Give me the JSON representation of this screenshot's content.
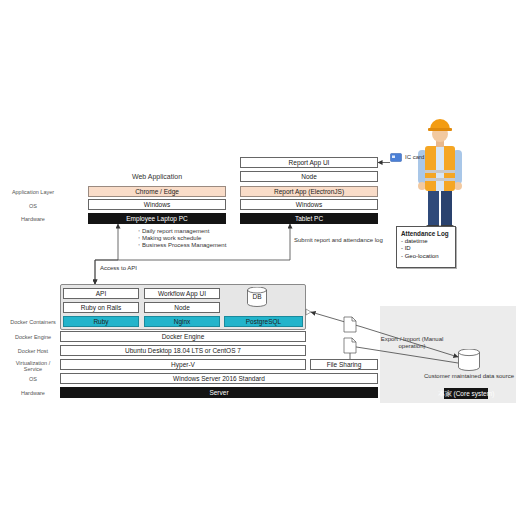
{
  "diagram": {
    "nodes": [
      {
        "text": [
          "Report App UI"
        ]
      },
      {
        "text": [
          "Node"
        ]
      },
      {
        "text": [
          "IC card"
        ]
      },
      {
        "text": [
          "Chrome / Edge"
        ]
      },
      {
        "text": [
          "Report App (ElectronJS)"
        ]
      },
      {
        "text": [
          "Windows"
        ]
      },
      {
        "text": [
          "Windows"
        ]
      },
      {
        "text": [
          "Employee Laptop PC"
        ]
      },
      {
        "text": [
          "Tablet PC"
        ]
      },
      {
        "text": [
          "Attendance Log",
          "- datetime",
          "- ID",
          "- Geo-location"
        ]
      },
      {
        "text": []
      },
      {
        "text": [
          "API"
        ],
        "in": 10
      },
      {
        "text": [
          "Workflow App UI"
        ],
        "in": 10
      },
      {
        "text": [
          "DB"
        ],
        "in": 10
      },
      {
        "text": [
          "Ruby on Rails"
        ],
        "in": 10
      },
      {
        "text": [
          "Node"
        ],
        "in": 10
      },
      {
        "text": [
          "Ruby"
        ],
        "in": 10
      },
      {
        "text": [
          "Nginx"
        ],
        "in": 10
      },
      {
        "text": [
          "PostgreSQL"
        ],
        "in": 10
      },
      {
        "text": [
          "Docker Engine"
        ]
      },
      {
        "text": [
          "Ubuntu Desktop 18.04 LTS or CentOS 7"
        ]
      },
      {
        "text": [
          "Hyper-V"
        ]
      },
      {
        "text": [
          "File Sharing"
        ]
      },
      {
        "text": [
          "Windows Server 2016 Standard"
        ]
      },
      {
        "text": [
          "Server"
        ]
      },
      {
        "text": [
          "Customer maintained data source"
        ]
      },
      {
        "text": [
          "本家 (Core system)"
        ]
      }
    ],
    "edges": [
      {
        "from": 2,
        "to": 0,
        "arrow": "to"
      },
      {
        "from": 7,
        "to": 10,
        "label": "Access to API",
        "arrow": "both"
      },
      {
        "from": 8,
        "to": 10,
        "label": "Submit report and attendance log",
        "arrow": "both"
      },
      {
        "from": 25,
        "to": 10,
        "label": "Export / Import (Manual operation)",
        "arrow": "both"
      },
      {
        "from": 25,
        "to": 22,
        "arrow": "none"
      }
    ],
    "labels": [
      "Application Layer",
      "OS",
      "Hardware",
      "Web Application",
      "・Daily report management",
      "・Making work schedule",
      "・Business Process Management",
      "Docker Containers",
      "Docker Engine",
      "Docker Host",
      "Virtualization / Service",
      "OS",
      "Hardware"
    ]
  }
}
